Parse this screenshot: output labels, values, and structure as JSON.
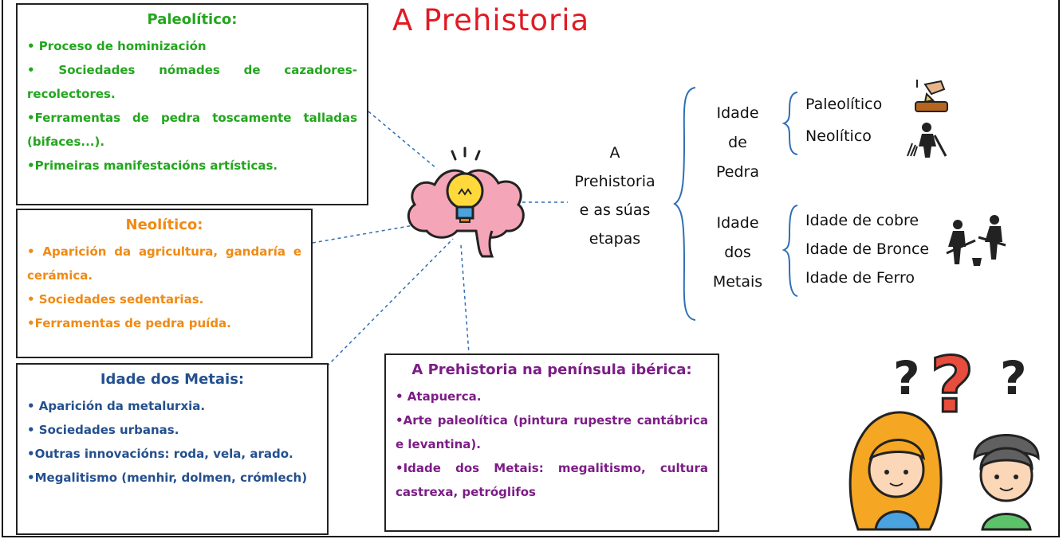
{
  "title": "A Prehistoria",
  "center_label": [
    "A",
    "Prehistoria",
    "e as súas",
    "etapas"
  ],
  "paleolitico": {
    "heading": "Paleolítico:",
    "items": [
      "• Proceso de hominización",
      "• Sociedades nómades de cazadores-recolectores.",
      "•Ferramentas de pedra toscamente talladas (bifaces...).",
      "•Primeiras manifestacións artísticas."
    ]
  },
  "neolitico": {
    "heading": "Neolítico:",
    "items": [
      "• Aparición da agricultura, gandaría e cerámica.",
      "• Sociedades sedentarias.",
      "•Ferramentas de pedra puída."
    ]
  },
  "metais": {
    "heading": "Idade dos Metais:",
    "items": [
      "• Aparición da metalurxia.",
      "• Sociedades urbanas.",
      "•Outras innovacións: roda, vela, arado.",
      "•Megalitismo (menhir, dolmen, crómlech)"
    ]
  },
  "iberica": {
    "heading": "A Prehistoria na península ibérica:",
    "items": [
      "• Atapuerca.",
      "•Arte paleolítica (pintura rupestre cantábrica e levantina).",
      "•Idade dos Metais: megalitismo, cultura castrexa, petróglifos"
    ]
  },
  "stages": {
    "pedra": {
      "label": [
        "Idade",
        "de",
        "Pedra"
      ],
      "periods": [
        "Paleolítico",
        "Neolítico"
      ]
    },
    "metais": {
      "label": [
        "Idade",
        "dos",
        "Metais"
      ],
      "periods": [
        "Idade de cobre",
        "Idade de Bronce",
        "Idade de Ferro"
      ]
    }
  },
  "colors": {
    "title": "#e01b24",
    "paleolitico": "#23a61e",
    "neolitico": "#f08a14",
    "metais": "#24508e",
    "iberica": "#7c1d86",
    "bracket": "#2f6fb3",
    "connector": "#2f6fb3"
  },
  "icons": [
    "brain-lightbulb-icon",
    "stone-tool-icon",
    "farmer-icon",
    "metal-workers-icon",
    "question-people-icon"
  ]
}
